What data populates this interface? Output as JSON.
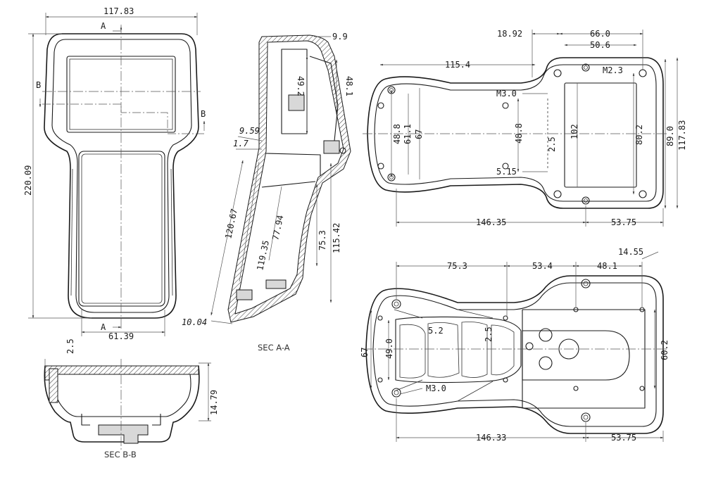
{
  "front_view": {
    "width": "117.83",
    "height": "220.09",
    "bottom_width": "61.39",
    "section_a_top": "A",
    "section_a_bottom": "A",
    "section_b_left": "B",
    "section_b_right": "B"
  },
  "section_aa": {
    "title": "SEC A-A",
    "d_9_9": "9.9",
    "d_49_2": "49.2",
    "d_48_1": "48.1",
    "d_9_59": "9.59",
    "d_1_7": "1.7",
    "d_120_67": "120.67",
    "d_119_35": "119.35",
    "d_77_94": "77.94",
    "d_75_3": "75.3",
    "d_115_42": "115.42",
    "d_10_04": "10.04"
  },
  "section_bb": {
    "title": "SEC B-B",
    "d_2_5": "2.5",
    "d_14_79": "14.79"
  },
  "top_view": {
    "d_18_92": "18.92",
    "d_66_0": "66.0",
    "d_50_6": "50.6",
    "d_115_4": "115.4",
    "d_m2_3": "M2.3",
    "d_m3_0": "M3.0",
    "d_48_8_left": "48.8",
    "d_61_1": "61.1",
    "d_67": "67",
    "d_48_8_mid": "48.8",
    "d_2_5": "2.5",
    "d_102": "102",
    "d_80_2": "80.2",
    "d_89_0": "89.0",
    "d_117_83": "117.83",
    "d_5_15": "5.15",
    "d_146_35": "146.35",
    "d_53_75": "53.75"
  },
  "bottom_view": {
    "d_75_3": "75.3",
    "d_53_4": "53.4",
    "d_48_1": "48.1",
    "d_14_55": "14.55",
    "d_67": "67",
    "d_49_0": "49.0",
    "d_5_2": "5.2",
    "d_2_5": "2.5",
    "d_m3_0": "M3.0",
    "d_60_2": "60.2",
    "d_146_33": "146.33",
    "d_53_75": "53.75"
  }
}
